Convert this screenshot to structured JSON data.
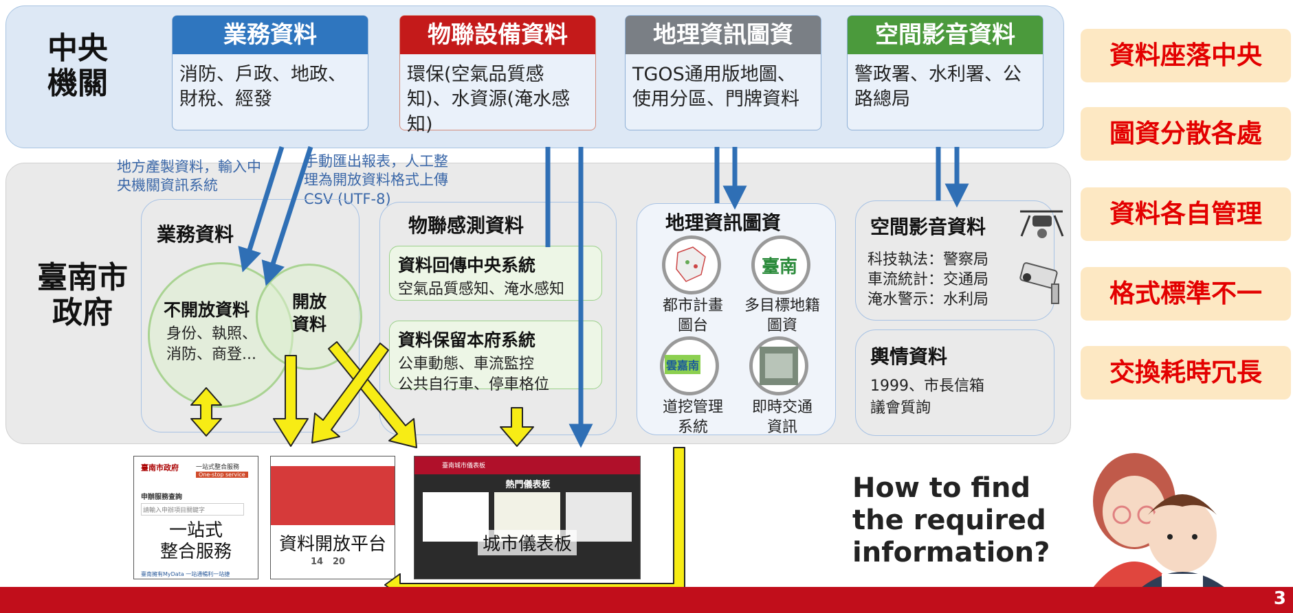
{
  "central": {
    "label": "中央\n機關",
    "categories": [
      {
        "title": "業務資料",
        "body": "消防、戶政、地政、財稅、經發",
        "color": "#2f76bf"
      },
      {
        "title": "物聯設備資料",
        "body": "環保(空氣品質感知)、水資源(淹水感知)",
        "color": "#c41a1a"
      },
      {
        "title": "地理資訊圖資",
        "body": "TGOS通用版地圖、使用分區、門牌資料",
        "color": "#7a7f85"
      },
      {
        "title": "空間影音資料",
        "body": "警政署、水利署、公路總局",
        "color": "#4b9a3c"
      }
    ]
  },
  "right_labels": [
    "資料座落中央",
    "圖資分散各處",
    "資料各自管理",
    "格式標準不一",
    "交換耗時冗長"
  ],
  "notes": {
    "left": "地方產製資料，輸入中央機關資訊系統",
    "right": "手動匯出報表，人工整理為開放資料格式上傳CSV (UTF-8)"
  },
  "tainan": {
    "label": "臺南市\n政府",
    "business": {
      "title": "業務資料",
      "closed_title": "不開放資料",
      "closed_text": "身份、執照、消防、商登...",
      "open_text": "開放\n資料"
    },
    "iot": {
      "title": "物聯感測資料",
      "box1_title": "資料回傳中央系統",
      "box1_text": "空氣品質感知、淹水感知",
      "box2_title": "資料保留本府系統",
      "box2_text": "公車動態、車流監控\n公共自行車、停車格位"
    },
    "gis": {
      "title": "地理資訊圖資",
      "items": [
        "都市計畫\n圖台",
        "多目標地籍\n圖資",
        "道挖管理\n系統",
        "即時交通\n資訊"
      ],
      "icon_texts": [
        "",
        "臺南",
        "雲嘉南",
        ""
      ]
    },
    "media": {
      "title": "空間影音資料",
      "lines": [
        "科技執法：警察局",
        "車流統計：交通局",
        "淹水警示：水利局"
      ]
    },
    "opinion": {
      "title": "輿情資料",
      "lines": [
        "1999、市長信箱",
        "議會質詢"
      ]
    }
  },
  "screens": [
    {
      "label": "一站式\n整合服務",
      "header": "臺南市政府",
      "header_sub": "一站式整合服務",
      "header_sub2": "One-stop service",
      "search_title": "申辦服務查詢",
      "search_placeholder": "請輸入申辦項目關鍵字",
      "footer": "臺南擁有MyData 一站通暢利一站捷"
    },
    {
      "label": "資料開放平台",
      "numbers": [
        "14",
        "20"
      ]
    },
    {
      "label": "城市儀表板",
      "header": "臺南城市儀表板",
      "title": "熱門儀表板"
    }
  ],
  "question": "How to find\nthe required\ninformation?",
  "page_number": "3"
}
